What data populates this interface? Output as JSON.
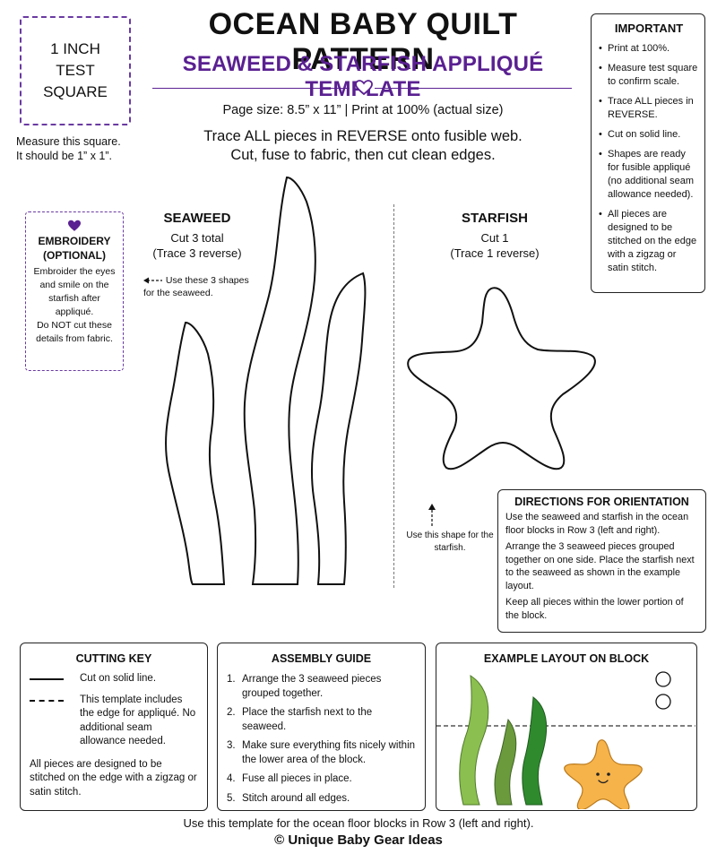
{
  "test_square": {
    "label_lines": [
      "1 INCH",
      "TEST",
      "SQUARE"
    ],
    "note_lines": [
      "Measure this square.",
      "It should be 1” x 1”."
    ]
  },
  "header": {
    "title": "OCEAN BABY QUILT PATTERN",
    "subtitle": "SEAWEED & STARFISH APPLIQUÉ TEMPLATE",
    "page_size": "Page size: 8.5” x 11”  |  Print at 100% (actual size)",
    "trace_line1": "Trace ALL pieces in REVERSE onto fusible web.",
    "trace_line2": "Cut, fuse to fabric, then cut clean edges.",
    "accent_color": "#5a2091"
  },
  "important": {
    "heading": "IMPORTANT",
    "items": [
      "Print at 100%.",
      "Measure test square to confirm scale.",
      "Trace ALL pieces in REVERSE.",
      "Cut on solid line.",
      "Shapes are ready for fusible appliqué (no additional seam allowance needed).",
      "All pieces are designed to be stitched on the edge with a zigzag or satin stitch."
    ]
  },
  "embroidery": {
    "icon": "heart-icon",
    "heading_line1": "EMBROIDERY",
    "heading_line2": "(OPTIONAL)",
    "body": "Embroider the eyes and smile on the starfish after appliqué.",
    "warning": "Do NOT cut these details from fabric."
  },
  "seaweed": {
    "heading": "SEAWEED",
    "cut": "Cut 3 total",
    "trace": "(Trace 3 reverse)",
    "hint": "Use these 3 shapes for the seaweed."
  },
  "starfish": {
    "heading": "STARFISH",
    "cut": "Cut 1",
    "trace": "(Trace 1 reverse)",
    "hint": "Use this shape for the starfish."
  },
  "directions": {
    "heading": "DIRECTIONS FOR ORIENTATION",
    "paragraphs": [
      "Use the seaweed and starfish in the ocean floor blocks in Row 3 (left and right).",
      "Arrange the 3 seaweed pieces grouped together on one side. Place the starfish next to the seaweed as shown in the example layout.",
      "Keep all pieces within the lower portion of the block."
    ]
  },
  "cutting_key": {
    "heading": "CUTTING KEY",
    "solid_label": "Cut on solid line.",
    "dashed_label": "This template includes the edge for appliqué. No additional seam allowance needed.",
    "note": "All pieces are designed to be stitched on the edge with a zigzag or satin stitch."
  },
  "assembly": {
    "heading": "ASSEMBLY GUIDE",
    "steps": [
      "Arrange the 3 seaweed pieces grouped together.",
      "Place the starfish next to the seaweed.",
      "Make sure everything fits nicely within the lower area of the block.",
      "Fuse all pieces in place.",
      "Stitch around all edges."
    ]
  },
  "example_layout": {
    "heading": "EXAMPLE LAYOUT ON BLOCK",
    "colors": {
      "seaweed_light": "#8bbf4f",
      "seaweed_mid": "#6a9a3c",
      "seaweed_dark": "#2f8a2e",
      "starfish": "#f6b34a"
    }
  },
  "footer": {
    "note": "Use this template for the ocean floor blocks in Row 3 (left and right).",
    "copyright": "© Unique Baby Gear Ideas"
  }
}
